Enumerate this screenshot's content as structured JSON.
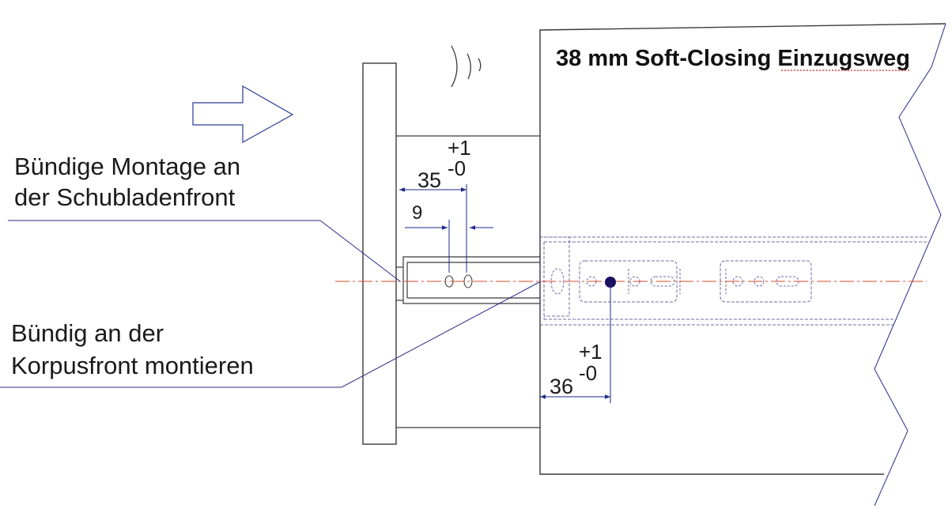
{
  "title": "38 mm Soft-Closing Einzugsweg",
  "label_front": {
    "line1": "Bündige Montage an",
    "line2": "der Schubladenfront"
  },
  "label_carcass": {
    "line1": "Bündig an der",
    "line2": "Korpusfront montieren"
  },
  "dim_front": {
    "value": "35",
    "tol_plus": "+1",
    "tol_minus": "-0"
  },
  "dim_hole": {
    "value": "9"
  },
  "dim_carcass": {
    "value": "36",
    "tol_plus": "+1",
    "tol_minus": "-0"
  },
  "colors": {
    "outline": "#3a3a3a",
    "dimension": "#1e2a8a",
    "centerline": "#d9482a",
    "slide_dashed": "#6b6ba8",
    "mounting_point": "#1a1060",
    "spellcheck_underline": "#d42020"
  },
  "icons": [
    "arrow-right-icon",
    "sound-wave-icon"
  ]
}
